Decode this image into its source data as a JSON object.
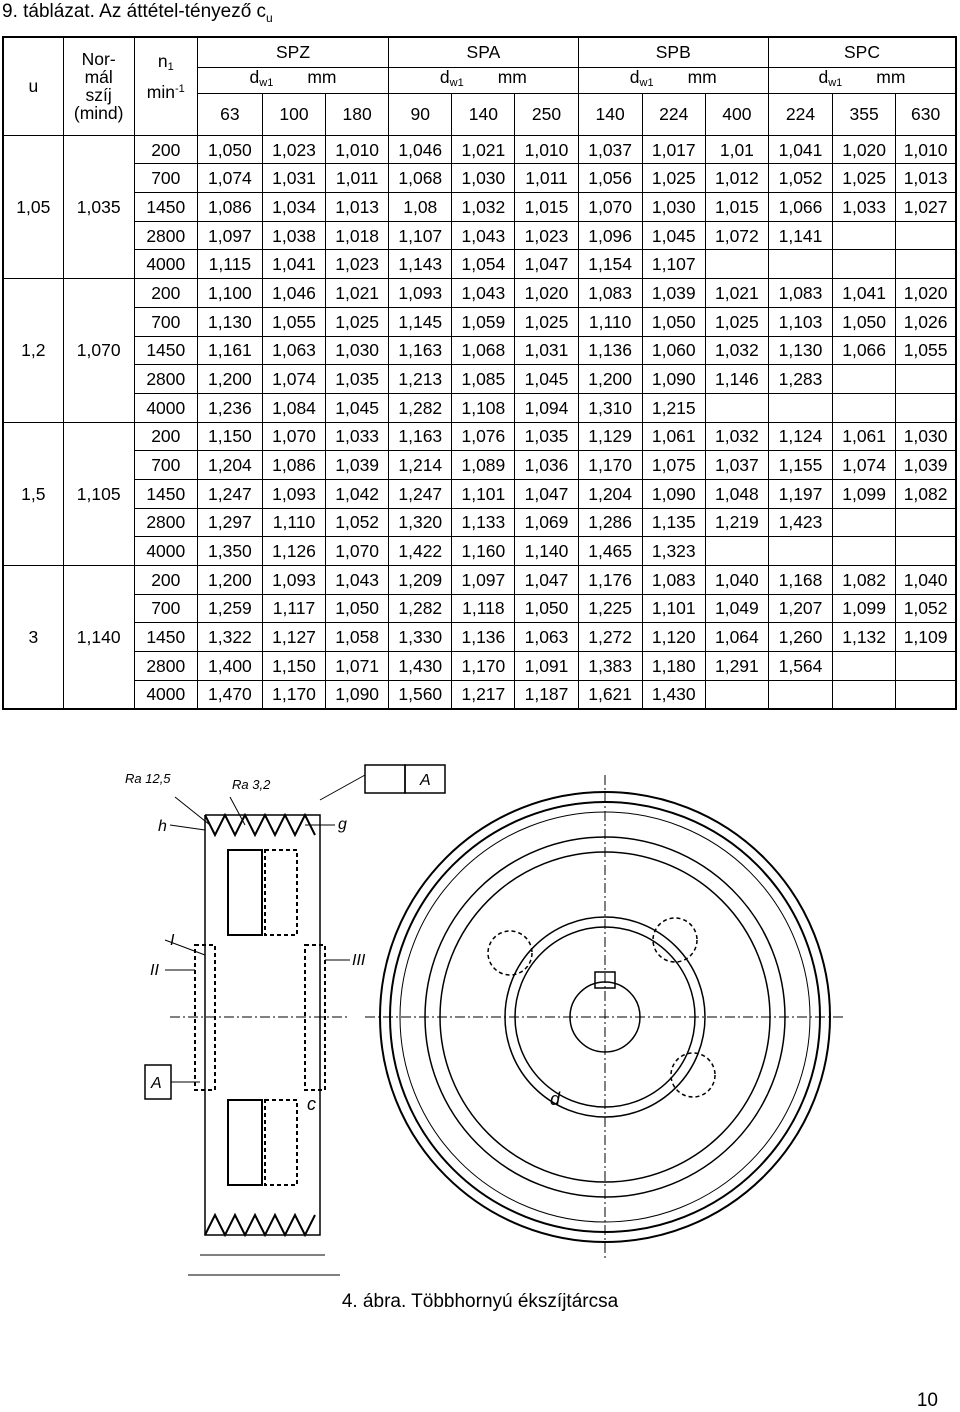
{
  "title": {
    "prefix": "9. táblázat. Az áttétel-tényező  c",
    "sub": "u"
  },
  "table": {
    "headers": {
      "u": "u",
      "normal": [
        "Nor-",
        "mál",
        "szíj",
        "(mind)"
      ],
      "n1": "n",
      "n1_sub": "1",
      "min": "min",
      "min_sup": "-1",
      "groups": [
        "SPZ",
        "SPA",
        "SPB",
        "SPC"
      ],
      "dw_d": "d",
      "dw_sub": "w1",
      "dw_unit": "mm",
      "diameters": [
        "63",
        "100",
        "180",
        "90",
        "140",
        "250",
        "140",
        "224",
        "400",
        "224",
        "355",
        "630"
      ]
    },
    "blocks": [
      {
        "u": "1,05",
        "normal": "1,035",
        "rows": [
          {
            "n": "200",
            "v": [
              "1,050",
              "1,023",
              "1,010",
              "1,046",
              "1,021",
              "1,010",
              "1,037",
              "1,017",
              "1,01",
              "1,041",
              "1,020",
              "1,010"
            ]
          },
          {
            "n": "700",
            "v": [
              "1,074",
              "1,031",
              "1,011",
              "1,068",
              "1,030",
              "1,011",
              "1,056",
              "1,025",
              "1,012",
              "1,052",
              "1,025",
              "1,013"
            ]
          },
          {
            "n": "1450",
            "v": [
              "1,086",
              "1,034",
              "1,013",
              "1,08",
              "1,032",
              "1,015",
              "1,070",
              "1,030",
              "1,015",
              "1,066",
              "1,033",
              "1,027"
            ]
          },
          {
            "n": "2800",
            "v": [
              "1,097",
              "1,038",
              "1,018",
              "1,107",
              "1,043",
              "1,023",
              "1,096",
              "1,045",
              "1,072",
              "1,141",
              "",
              ""
            ]
          },
          {
            "n": "4000",
            "v": [
              "1,115",
              "1,041",
              "1,023",
              "1,143",
              "1,054",
              "1,047",
              "1,154",
              "1,107",
              "",
              "",
              "",
              ""
            ]
          }
        ]
      },
      {
        "u": "1,2",
        "normal": "1,070",
        "rows": [
          {
            "n": "200",
            "v": [
              "1,100",
              "1,046",
              "1,021",
              "1,093",
              "1,043",
              "1,020",
              "1,083",
              "1,039",
              "1,021",
              "1,083",
              "1,041",
              "1,020"
            ]
          },
          {
            "n": "700",
            "v": [
              "1,130",
              "1,055",
              "1,025",
              "1,145",
              "1,059",
              "1,025",
              "1,110",
              "1,050",
              "1,025",
              "1,103",
              "1,050",
              "1,026"
            ]
          },
          {
            "n": "1450",
            "v": [
              "1,161",
              "1,063",
              "1,030",
              "1,163",
              "1,068",
              "1,031",
              "1,136",
              "1,060",
              "1,032",
              "1,130",
              "1,066",
              "1,055"
            ]
          },
          {
            "n": "2800",
            "v": [
              "1,200",
              "1,074",
              "1,035",
              "1,213",
              "1,085",
              "1,045",
              "1,200",
              "1,090",
              "1,146",
              "1,283",
              "",
              ""
            ]
          },
          {
            "n": "4000",
            "v": [
              "1,236",
              "1,084",
              "1,045",
              "1,282",
              "1,108",
              "1,094",
              "1,310",
              "1,215",
              "",
              "",
              "",
              ""
            ]
          }
        ]
      },
      {
        "u": "1,5",
        "normal": "1,105",
        "rows": [
          {
            "n": "200",
            "v": [
              "1,150",
              "1,070",
              "1,033",
              "1,163",
              "1,076",
              "1,035",
              "1,129",
              "1,061",
              "1,032",
              "1,124",
              "1,061",
              "1,030"
            ]
          },
          {
            "n": "700",
            "v": [
              "1,204",
              "1,086",
              "1,039",
              "1,214",
              "1,089",
              "1,036",
              "1,170",
              "1,075",
              "1,037",
              "1,155",
              "1,074",
              "1,039"
            ]
          },
          {
            "n": "1450",
            "v": [
              "1,247",
              "1,093",
              "1,042",
              "1,247",
              "1,101",
              "1,047",
              "1,204",
              "1,090",
              "1,048",
              "1,197",
              "1,099",
              "1,082"
            ]
          },
          {
            "n": "2800",
            "v": [
              "1,297",
              "1,110",
              "1,052",
              "1,320",
              "1,133",
              "1,069",
              "1,286",
              "1,135",
              "1,219",
              "1,423",
              "",
              ""
            ]
          },
          {
            "n": "4000",
            "v": [
              "1,350",
              "1,126",
              "1,070",
              "1,422",
              "1,160",
              "1,140",
              "1,465",
              "1,323",
              "",
              "",
              "",
              ""
            ]
          }
        ]
      },
      {
        "u": "3",
        "normal": "1,140",
        "rows": [
          {
            "n": "200",
            "v": [
              "1,200",
              "1,093",
              "1,043",
              "1,209",
              "1,097",
              "1,047",
              "1,176",
              "1,083",
              "1,040",
              "1,168",
              "1,082",
              "1,040"
            ]
          },
          {
            "n": "700",
            "v": [
              "1,259",
              "1,117",
              "1,050",
              "1,282",
              "1,118",
              "1,050",
              "1,225",
              "1,101",
              "1,049",
              "1,207",
              "1,099",
              "1,052"
            ]
          },
          {
            "n": "1450",
            "v": [
              "1,322",
              "1,127",
              "1,058",
              "1,330",
              "1,136",
              "1,063",
              "1,272",
              "1,120",
              "1,064",
              "1,260",
              "1,132",
              "1,109"
            ]
          },
          {
            "n": "2800",
            "v": [
              "1,400",
              "1,150",
              "1,071",
              "1,430",
              "1,170",
              "1,091",
              "1,383",
              "1,180",
              "1,291",
              "1,564",
              "",
              ""
            ]
          },
          {
            "n": "4000",
            "v": [
              "1,470",
              "1,170",
              "1,090",
              "1,560",
              "1,217",
              "1,187",
              "1,621",
              "1,430",
              "",
              "",
              "",
              ""
            ]
          }
        ]
      }
    ]
  },
  "drawing": {
    "labels": {
      "ra1": "Ra 12,5",
      "ra2": "Ra 3,2",
      "tol": "A",
      "h": "h",
      "g": "g",
      "i": "I",
      "ii": "II",
      "iii": "III",
      "a": "A",
      "c": "c",
      "d": "d"
    }
  },
  "caption": "4. ábra. Többhornyú ékszíjtárcsa",
  "page_number": "10"
}
